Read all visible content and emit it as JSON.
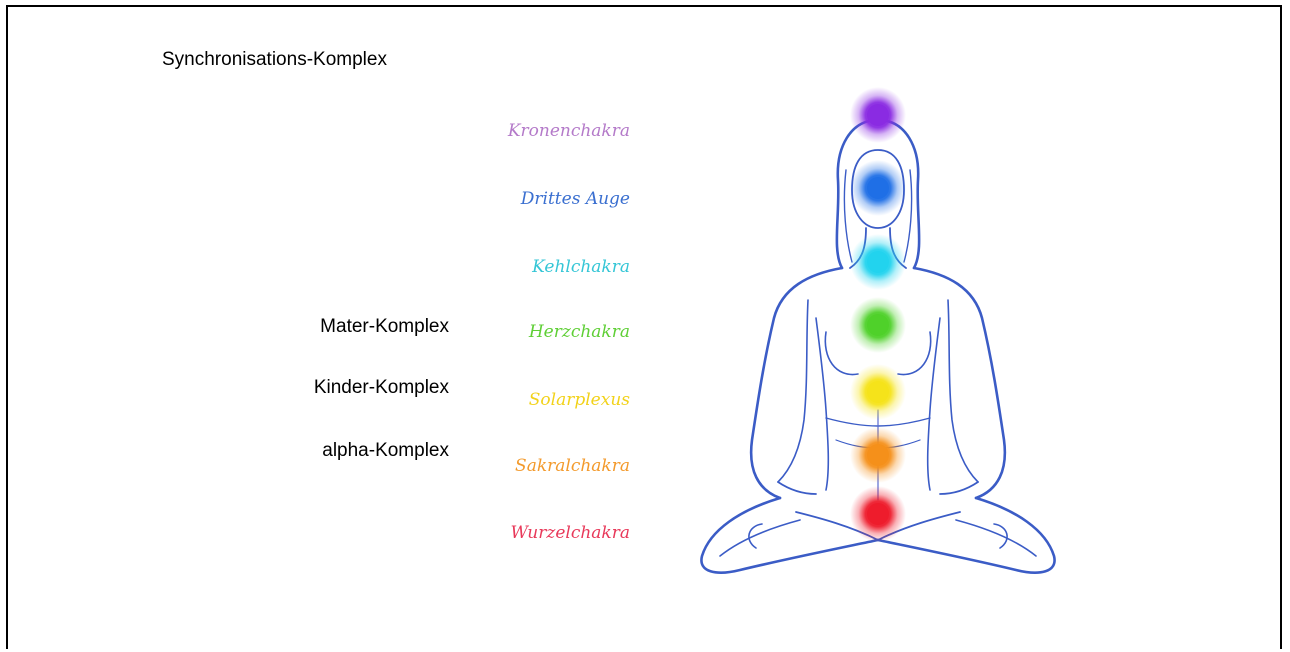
{
  "complexes": {
    "synchronisation": "Synchronisations-Komplex",
    "mater": "Mater-Komplex",
    "kinder": "Kinder-Komplex",
    "alpha": "alpha-Komplex"
  },
  "chakras": [
    {
      "label": "Kronenchakra",
      "color": "#b47ac9",
      "glow": "#8a2be2"
    },
    {
      "label": "Drittes Auge",
      "color": "#3a6fd0",
      "glow": "#1f6fe6"
    },
    {
      "label": "Kehlchakra",
      "color": "#35c6d6",
      "glow": "#22d3ee"
    },
    {
      "label": "Herzchakra",
      "color": "#5fcf36",
      "glow": "#4fd12a"
    },
    {
      "label": "Solarplexus",
      "color": "#f2d21a",
      "glow": "#f5e31a"
    },
    {
      "label": "Sakralchakra",
      "color": "#f39a2c",
      "glow": "#f5901a"
    },
    {
      "label": "Wurzelchakra",
      "color": "#e8395a",
      "glow": "#ee1c2c"
    }
  ],
  "colors": {
    "outline": "#3b5cc6",
    "text": "#000000",
    "border": "#000000"
  }
}
